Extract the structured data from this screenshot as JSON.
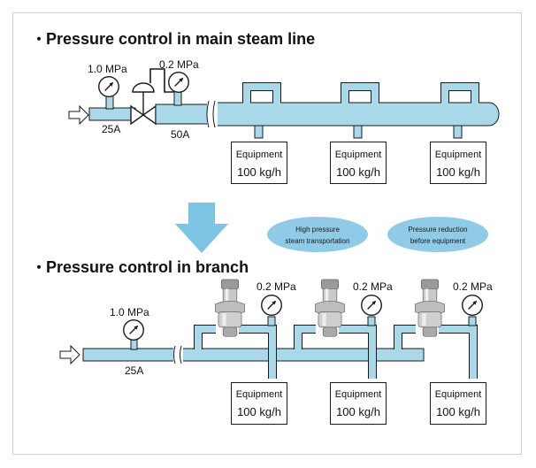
{
  "sections": {
    "main": {
      "bullet": "・",
      "title": "Pressure control in main steam line"
    },
    "branch": {
      "bullet": "・",
      "title": "Pressure control in branch"
    }
  },
  "main_line": {
    "inlet_pressure": "1.0 MPa",
    "outlet_pressure": "0.2 MPa",
    "inlet_size": "25A",
    "outlet_size": "50A"
  },
  "branch_line": {
    "inlet_pressure": "1.0 MPa",
    "inlet_size": "25A",
    "branch_pressures": [
      "0.2 MPa",
      "0.2 MPa",
      "0.2 MPa"
    ]
  },
  "equipment": {
    "label": "Equipment",
    "flow": "100 kg/h"
  },
  "bubbles": {
    "high_pressure": {
      "line1": "High pressure",
      "line2": "steam transportation"
    },
    "reduction": {
      "line1": "Pressure reduction",
      "line2": "before equipment"
    }
  },
  "colors": {
    "pipe": "#a9d8e8",
    "outline": "#1a1a1a",
    "arrow": "#7cc4e4",
    "bubble": "#8fcbe6"
  },
  "icons": [
    "pressure-gauge-icon",
    "control-valve-icon",
    "pressure-reducing-valve-icon",
    "flow-arrow-icon"
  ]
}
